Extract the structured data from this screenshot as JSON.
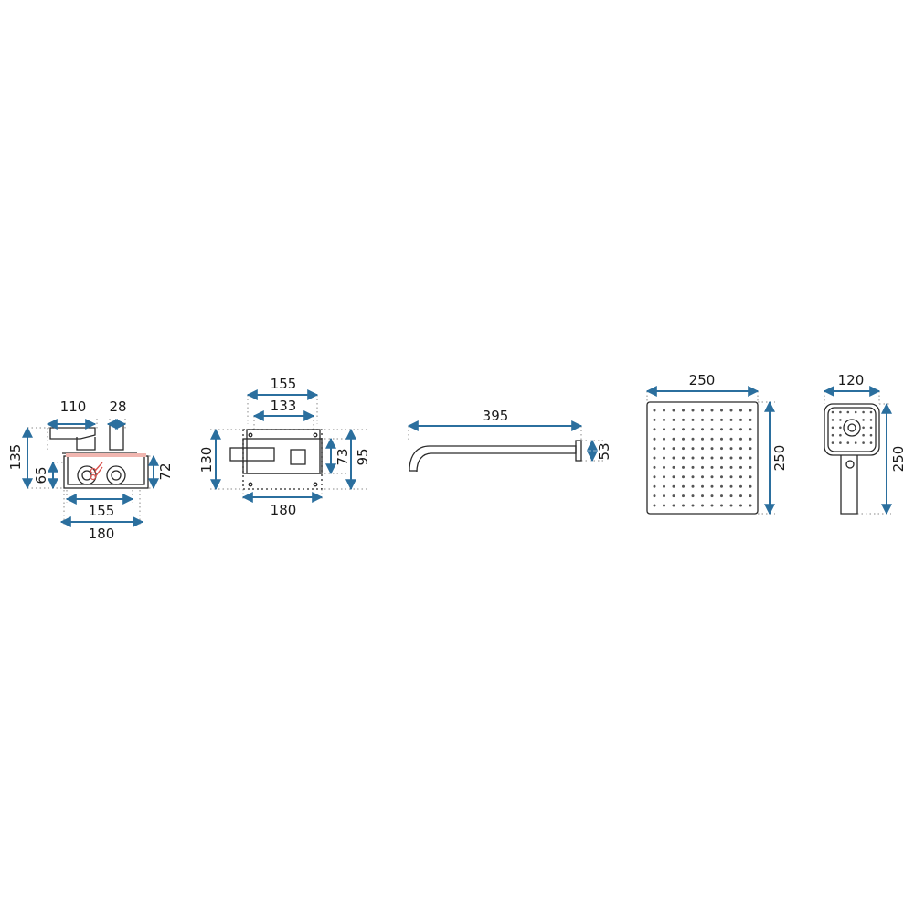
{
  "colors": {
    "dimension_line": "#2b6f9e",
    "outline": "#2a2a2a",
    "extension_line": "#8a8a8a",
    "cut_mark": "#d9534f"
  },
  "mixer_side": {
    "top_width_1": "110",
    "top_width_2": "28",
    "height_total": "135",
    "height_box": "65",
    "height_right": "72",
    "width_inner": "155",
    "width_outer": "180",
    "cut_icon": "scissors-icon"
  },
  "mixer_front": {
    "width_outer_top": "155",
    "width_inner_top": "133",
    "height_left": "130",
    "height_inner": "73",
    "height_outer": "95",
    "width_bottom": "180"
  },
  "spout": {
    "length": "395",
    "height": "53"
  },
  "shower_head": {
    "width": "250",
    "height": "250"
  },
  "hand_shower": {
    "width": "120",
    "height": "250"
  }
}
